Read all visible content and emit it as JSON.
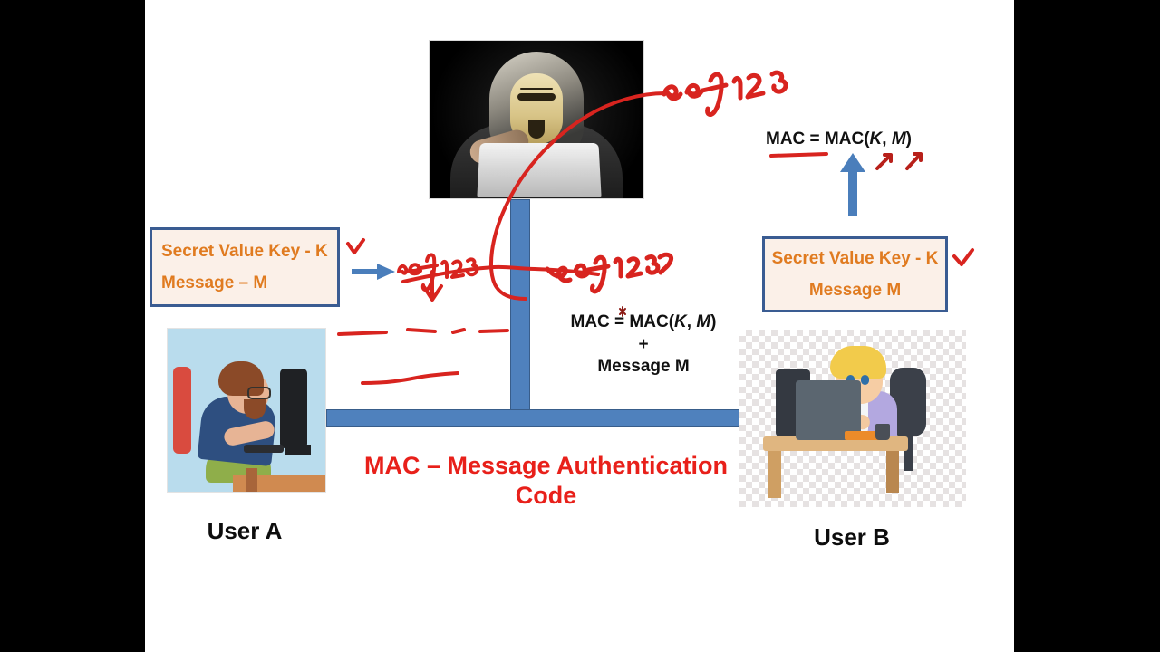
{
  "slide": {
    "title_line1": "MAC – Message Authentication",
    "title_line2": "Code",
    "title_color": "#E8201A",
    "background": "#FFFFFF",
    "letterbox_color": "#000000"
  },
  "boxes": {
    "left": {
      "line1": "Secret Value Key - K",
      "line2": "Message – M",
      "text_color": "#E07B20",
      "fill_color": "#FBF0E8",
      "border_color": "#3A5C92"
    },
    "right": {
      "line1": "Secret Value Key - K",
      "line2": "Message M",
      "text_color": "#E07B20",
      "fill_color": "#FBF0E8",
      "border_color": "#3A5C92"
    }
  },
  "formulas": {
    "center": {
      "line1_prefix": "MAC = MAC(",
      "line1_k": "K",
      "line1_sep": ", ",
      "line1_m": "M",
      "line1_suffix": ")",
      "line2": "+",
      "line3": "Message M"
    },
    "right": {
      "prefix": "MAC = MAC(",
      "k": "K",
      "sep": ", ",
      "m": "M",
      "suffix": ")"
    }
  },
  "users": {
    "a_label": "User A",
    "b_label": "User B"
  },
  "images": {
    "hacker_alt": "hacker-photo",
    "user_a_alt": "user-a-at-computer-clipart",
    "user_b_alt": "user-b-at-computer-clipart"
  },
  "annotations": {
    "handwriting_left": "aef123",
    "handwriting_center": "aef123",
    "handwriting_top_right": "aef123",
    "ink_color": "#D8241F",
    "arrow_color": "#4A7EBB",
    "notes": [
      "red check mark above left blue arrow",
      "red down arrow under left handwriting",
      "red dashed underline",
      "red solid underline",
      "red curve from center up to top-right handwriting",
      "red underline beneath MAC on right",
      "two small red arrow ticks right of MAC formula"
    ]
  },
  "shapes": {
    "mast_color": "#4F81BD",
    "mast_border": "#385D8A"
  }
}
